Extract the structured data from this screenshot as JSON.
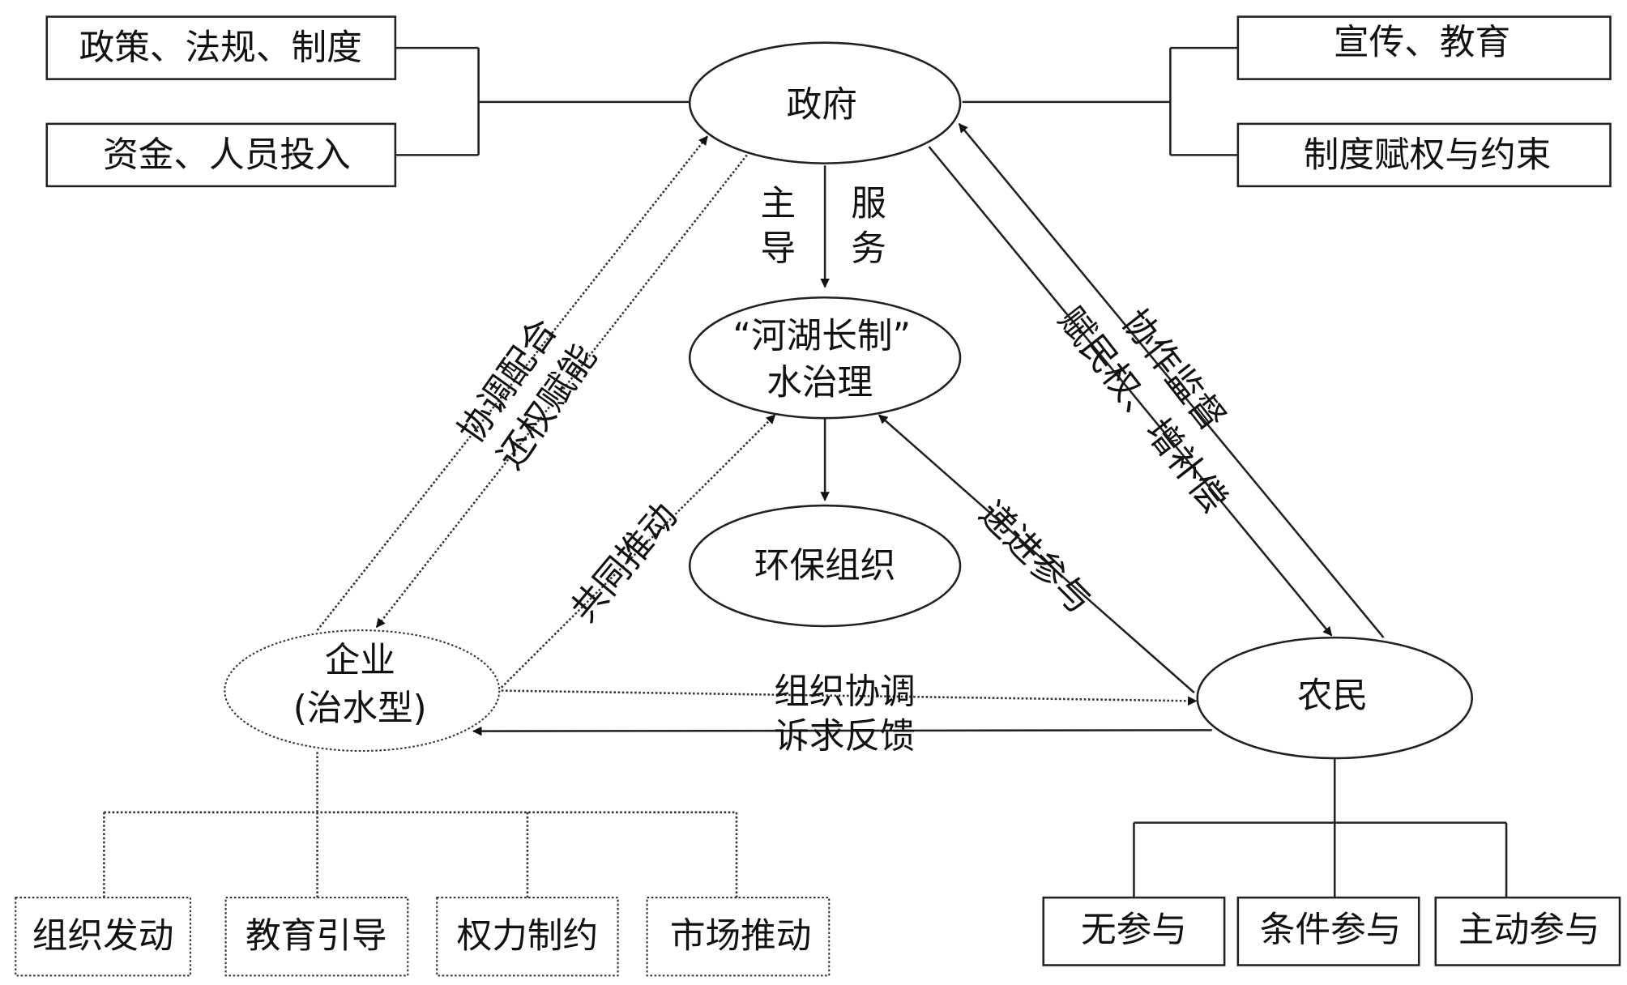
{
  "nodes": {
    "government": "政府",
    "river_lake_line1": "“河湖长制”",
    "river_lake_line2": "水治理",
    "env_org": "环保组织",
    "enterprise_line1": "企业",
    "enterprise_line2": "(治水型)",
    "farmers": "农民"
  },
  "left_boxes": [
    "政策、法规、制度",
    "资金、人员投入"
  ],
  "right_boxes": [
    "宣传、教育",
    "制度赋权与约束"
  ],
  "enterprise_boxes": [
    "组织发动",
    "教育引导",
    "权力制约",
    "市场推动"
  ],
  "farmer_boxes": [
    "无参与",
    "条件参与",
    "主动参与"
  ],
  "labels": {
    "lead": [
      "主",
      "导"
    ],
    "service": [
      "服",
      "务"
    ],
    "coordinate": "协调配合",
    "empower": "还权赋能",
    "jointly_promote": "共同推动",
    "progressive_participation": "递进参与",
    "cooperative_supervision": "协作监督",
    "empower_compensate": "赋民权、增补偿",
    "organize_coordinate": "组织协调",
    "feedback": "诉求反馈"
  }
}
